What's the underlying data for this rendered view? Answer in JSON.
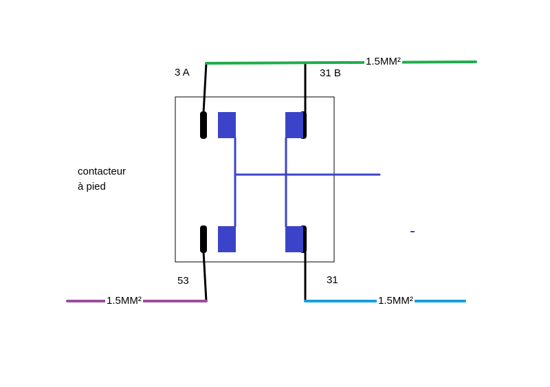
{
  "labels": {
    "title_line1": "contacteur",
    "title_line2": "à pied",
    "terminal_3a": "3 A",
    "terminal_31b": "31 B",
    "terminal_53": "53",
    "terminal_31": "31"
  },
  "wires": [
    {
      "id": "top",
      "gauge": "1.5MM²",
      "color": "#1fad4b"
    },
    {
      "id": "bottom-left",
      "gauge": "1.5MM²",
      "color": "#9b4f9f"
    },
    {
      "id": "bottom-right",
      "gauge": "1.5MM²",
      "color": "#13a0dc"
    }
  ],
  "colors": {
    "box_border": "#000000",
    "contact_black": "#000000",
    "contact_blue": "#3b44c8",
    "linkage": "#3b44c8"
  }
}
